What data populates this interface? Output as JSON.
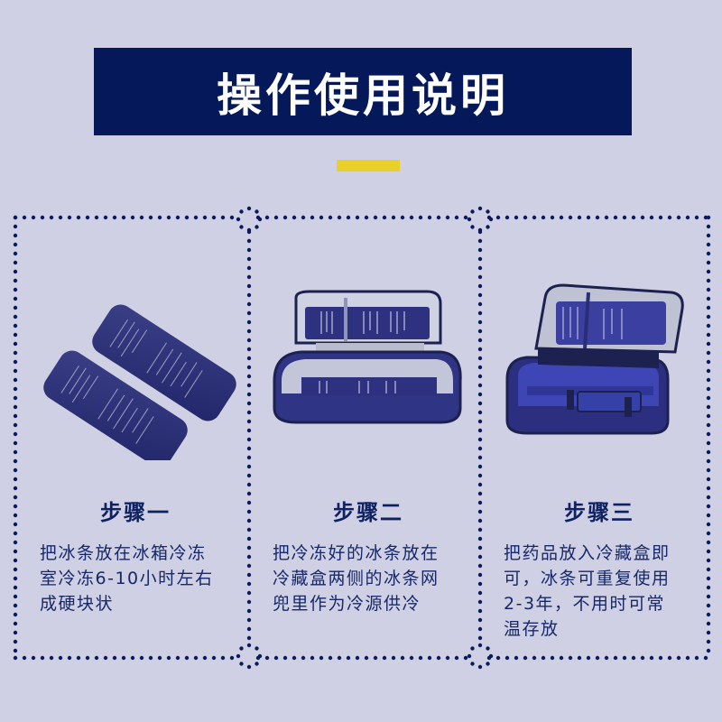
{
  "header": {
    "title": "操作使用说明"
  },
  "colors": {
    "background": "#cfd0e3",
    "title_bar": "#05185a",
    "accent": "#e8cf2a",
    "dots": "#0a1a5c",
    "text": "#17286a",
    "product_navy": "#2b2f72"
  },
  "steps": [
    {
      "heading": "步骤一",
      "lines": [
        "把冰条放在冰箱冷冻",
        "室冷冻6-10小时左右",
        "成硬块状"
      ],
      "image": "ice-packs-icon"
    },
    {
      "heading": "步骤二",
      "lines": [
        "把冷冻好的冰条放在",
        "冷藏盒两侧的冰条网",
        "兜里作为冷源供冷"
      ],
      "image": "open-cooler-case-with-ice-packs-icon"
    },
    {
      "heading": "步骤三",
      "lines": [
        "把药品放入冷藏盒即",
        "可，冰条可重复使用",
        "2-3年，不用时可常",
        "温存放"
      ],
      "image": "open-cooler-case-with-insert-icon"
    }
  ]
}
